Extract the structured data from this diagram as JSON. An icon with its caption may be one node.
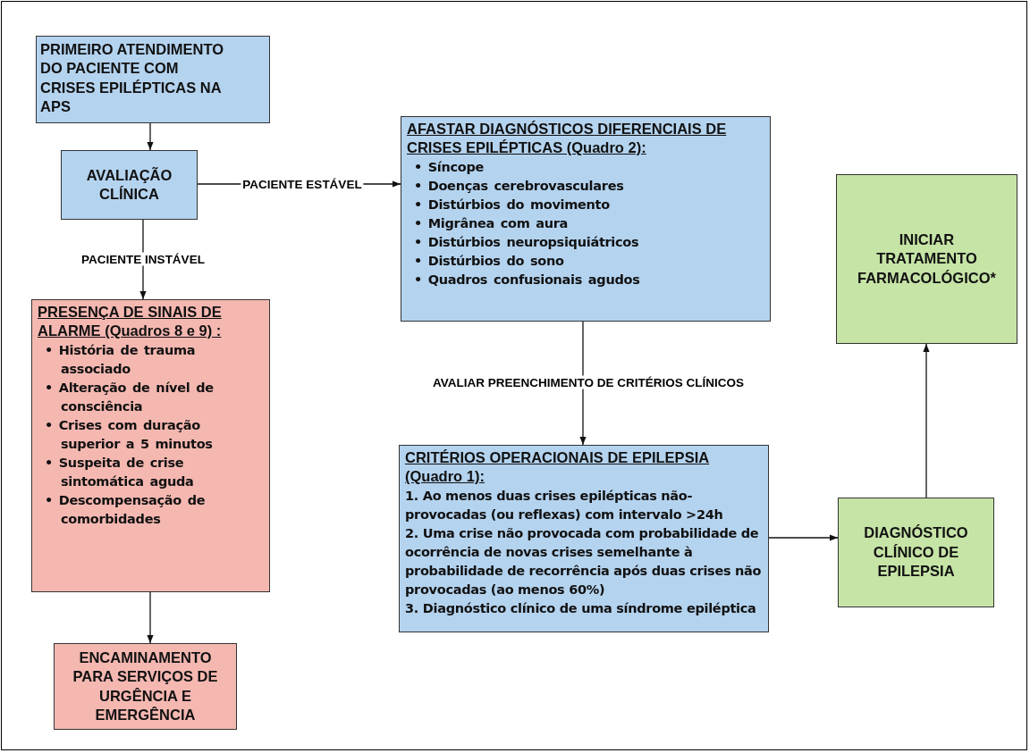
{
  "diagram": {
    "nodes": [
      {
        "text": [
          "PRIMEIRO ATENDIMENTO DO PACIENTE COM CRISES EPILÉPTICAS NA APS"
        ]
      },
      {
        "text": [
          "AVALIAÇÃO CLÍNICA"
        ]
      },
      {
        "text": [
          "PRESENÇA DE SINAIS DE ALARME (Quadros 8 e 9) :",
          "• História de trauma associado",
          "• Alteração de nível de consciência",
          "• Crises com duração superior a 5 minutos",
          "• Suspeita de crise sintomática aguda",
          "• Descompensação de comorbidades"
        ]
      },
      {
        "text": [
          "ENCAMINAMENTO PARA SERVIÇOS DE URGÊNCIA E EMERGÊNCIA"
        ]
      },
      {
        "text": [
          "AFASTAR DIAGNÓSTICOS DIFERENCIAIS DE CRISES EPILÉPTICAS (Quadro 2):",
          "• Síncope",
          "• Doenças cerebrovasculares",
          "• Distúrbios do movimento",
          "• Migrânea com aura",
          "• Distúrbios neuropsiquiátricos",
          "• Distúrbios do sono",
          "• Quadros confusionais agudos"
        ]
      },
      {
        "text": [
          "CRITÉRIOS OPERACIONAIS DE EPILEPSIA (Quadro 1):",
          "1. Ao menos duas crises epilépticas não-provocadas (ou reflexas) com intervalo >24h",
          "2. Uma crise não provocada com probabilidade de ocorrência de novas crises semelhante à probabilidade de recorrência após duas crises não provocadas (ao menos 60%)",
          "3. Diagnóstico clínico de uma síndrome epiléptica"
        ]
      },
      {
        "text": [
          "DIAGNÓSTICO CLÍNICO DE EPILEPSIA"
        ]
      },
      {
        "text": [
          "INICIAR TRATAMENTO FARMACOLÓGICO*"
        ]
      }
    ],
    "edges": [
      {
        "from": 0,
        "to": 1,
        "arrow": "to"
      },
      {
        "from": 1,
        "to": 4,
        "arrow": "to",
        "label": "PACIENTE ESTÁVEL"
      },
      {
        "from": 1,
        "to": 2,
        "arrow": "to",
        "label": "PACIENTE INSTÁVEL"
      },
      {
        "from": 2,
        "to": 3,
        "arrow": "to"
      },
      {
        "from": 4,
        "to": 5,
        "arrow": "to",
        "label": "AVALIAR PREENCHIMENTO DE CRITÉRIOS CLÍNICOS"
      },
      {
        "from": 5,
        "to": 6,
        "arrow": "to"
      },
      {
        "from": 6,
        "to": 7,
        "arrow": "to"
      }
    ]
  }
}
